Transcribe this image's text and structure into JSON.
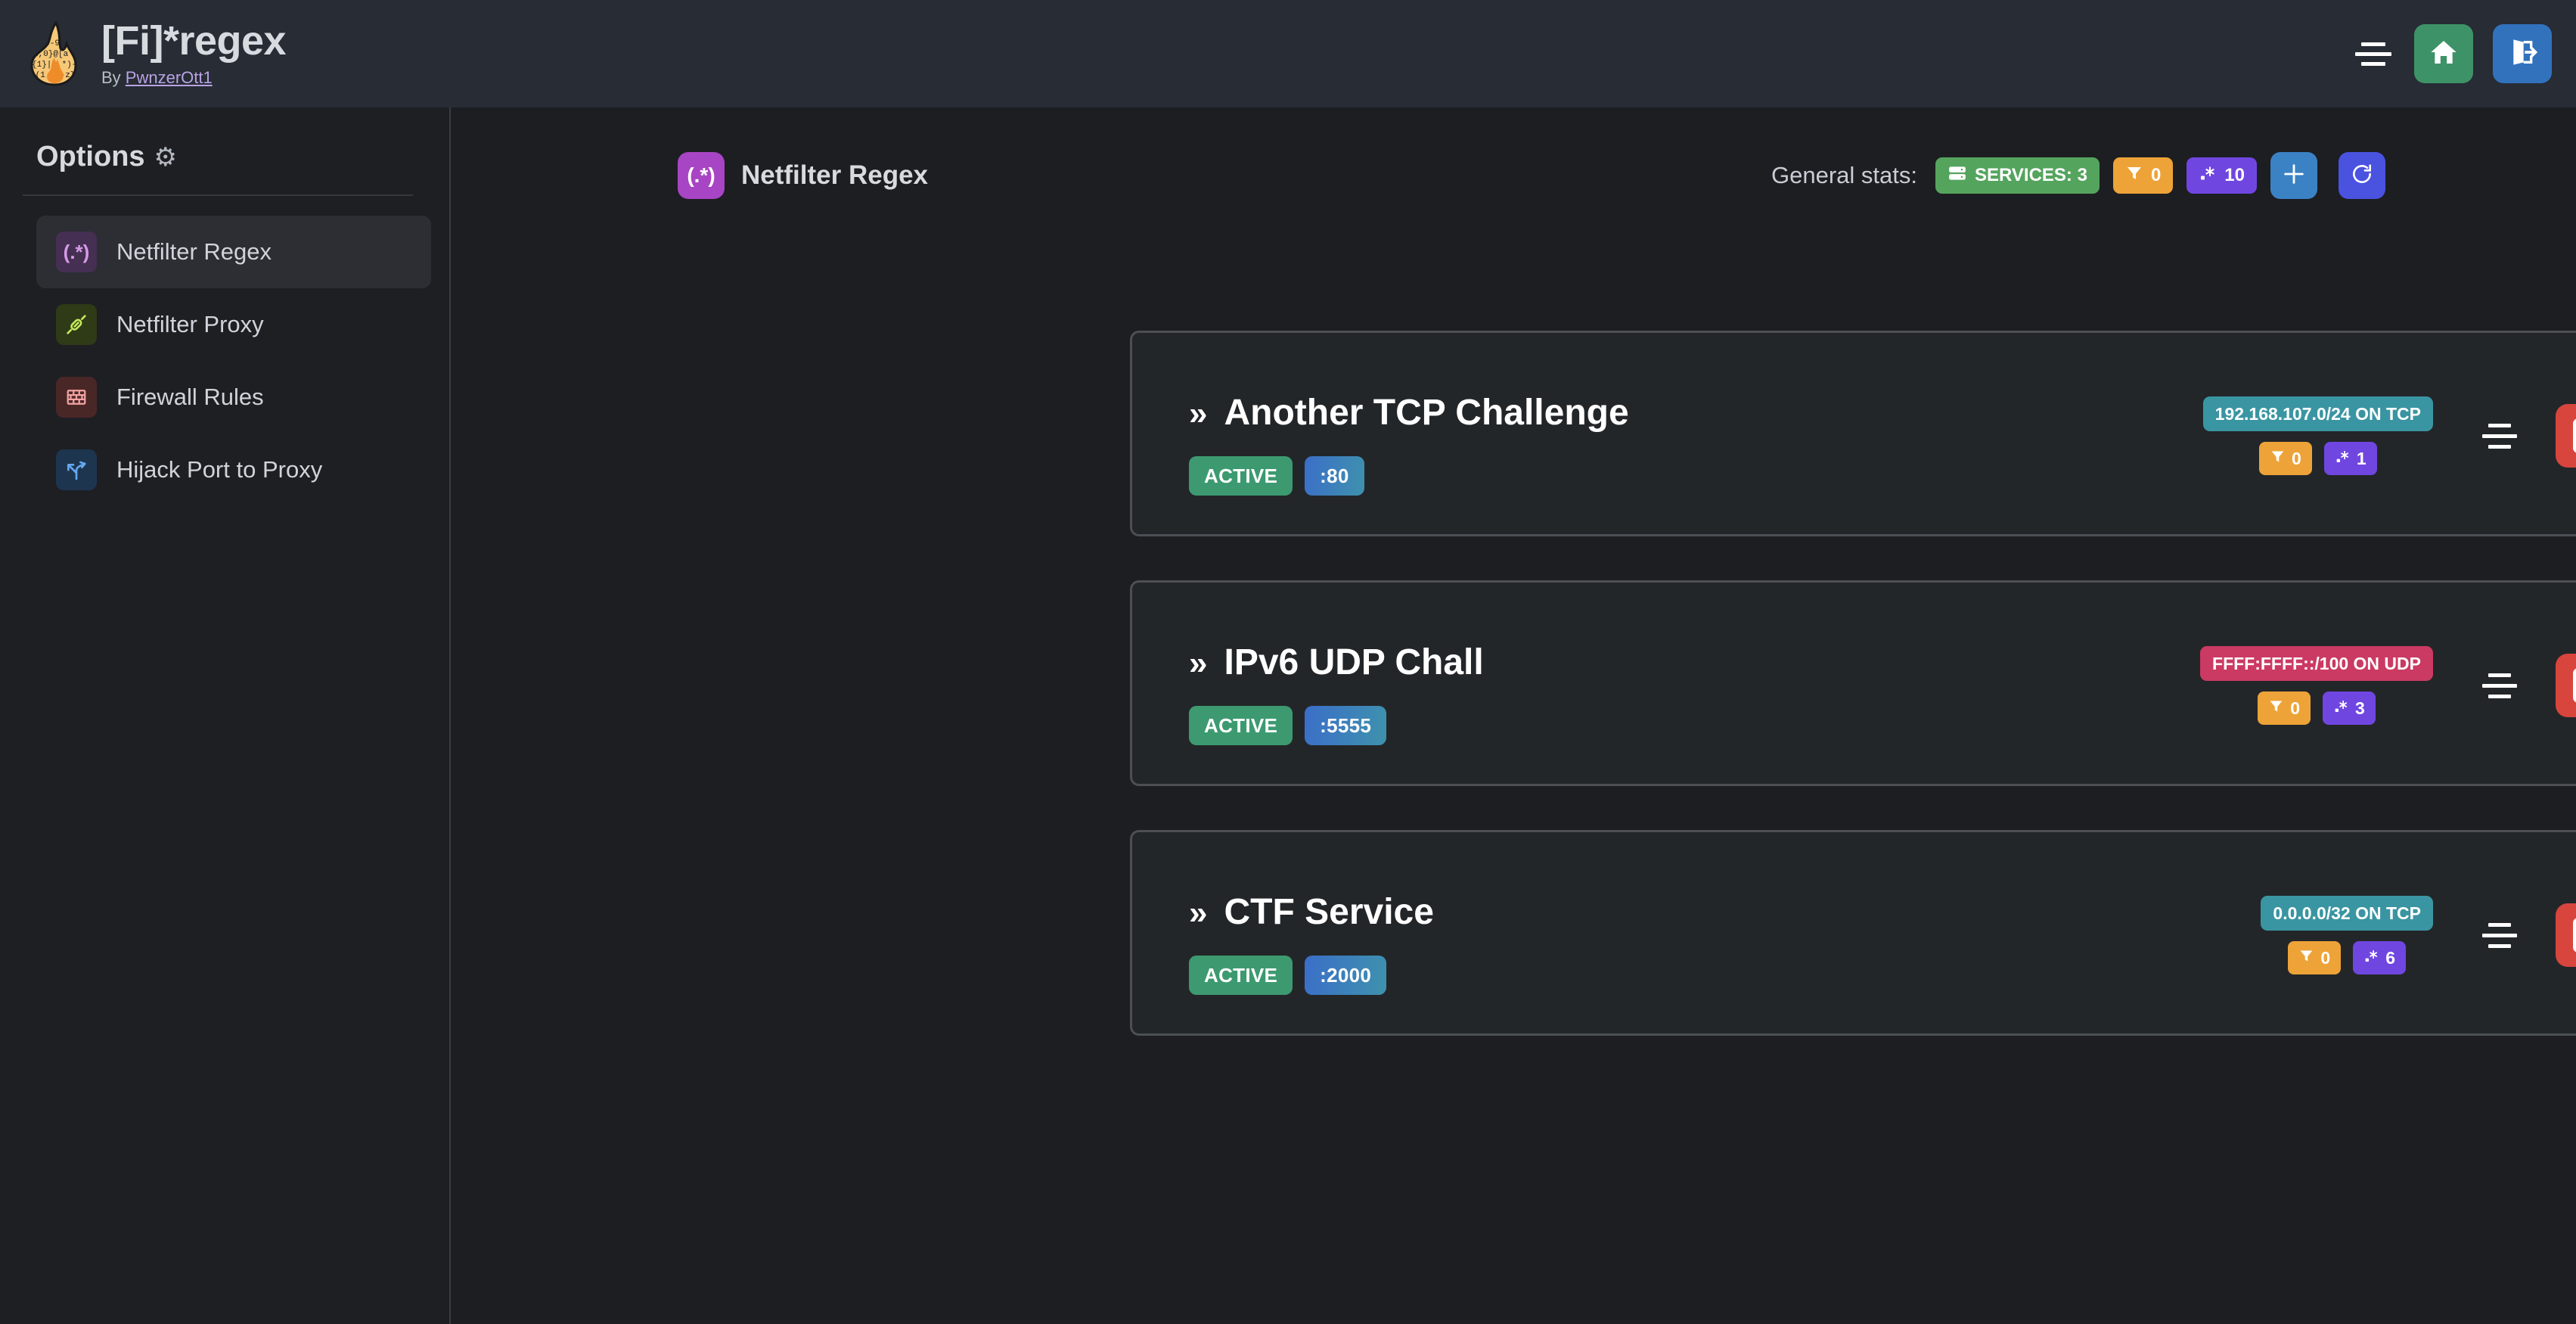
{
  "header": {
    "logo_icon": "flame-regex-logo",
    "title": "[Fi]*regex",
    "by_prefix": "By ",
    "author": "PwnzerOtt1",
    "menu_icon": "hamburger-icon",
    "home_icon": "home-icon",
    "logout_icon": "logout-icon"
  },
  "sidebar": {
    "title": "Options",
    "gear_icon": "gear-icon",
    "items": [
      {
        "label": "Netfilter Regex",
        "icon": "regex-icon",
        "glyph": "(.*)",
        "active": true
      },
      {
        "label": "Netfilter Proxy",
        "icon": "plug-icon",
        "glyph": "⚭",
        "active": false
      },
      {
        "label": "Firewall Rules",
        "icon": "brick-icon",
        "glyph": "⌸",
        "active": false
      },
      {
        "label": "Hijack Port to Proxy",
        "icon": "fork-road-icon",
        "glyph": "⮠",
        "active": false
      }
    ]
  },
  "main": {
    "page_icon": "regex-icon",
    "page_icon_glyph": "(.*)",
    "page_title": "Netfilter Regex",
    "stats_label": "General stats:",
    "stats": [
      {
        "name": "services",
        "icon": "server-icon",
        "label": "SERVICES: 3",
        "color": "#55a45e"
      },
      {
        "name": "filters",
        "icon": "filter-icon",
        "label": "0",
        "color": "#eda338"
      },
      {
        "name": "regexes",
        "icon": "regex-icon",
        "label": "10",
        "color": "#7046e0"
      }
    ],
    "add_button": {
      "icon": "plus-icon",
      "color": "#3b82c4"
    },
    "refresh_button": {
      "icon": "refresh-icon",
      "color": "#4a52e0"
    }
  },
  "services": [
    {
      "chevron": "»",
      "name": "Another TCP Challenge",
      "status": "ACTIVE",
      "port": ":80",
      "network": "192.168.107.0/24 ON TCP",
      "proto": "tcp",
      "filters_icon": "filter-icon",
      "filters": "0",
      "regex_icon": "regex-icon",
      "regexes": "1",
      "drag_icon": "drag-handle-icon",
      "stop_icon": "stop-icon",
      "play_icon": "play-icon",
      "open_icon": "chevron-right-icon"
    },
    {
      "chevron": "»",
      "name": "IPv6 UDP Chall",
      "status": "ACTIVE",
      "port": ":5555",
      "network": "FFFF:FFFF::/100 ON UDP",
      "proto": "udp",
      "filters_icon": "filter-icon",
      "filters": "0",
      "regex_icon": "regex-icon",
      "regexes": "3",
      "drag_icon": "drag-handle-icon",
      "stop_icon": "stop-icon",
      "play_icon": "play-icon",
      "open_icon": "chevron-right-icon"
    },
    {
      "chevron": "»",
      "name": "CTF Service",
      "status": "ACTIVE",
      "port": ":2000",
      "network": "0.0.0.0/32 ON TCP",
      "proto": "tcp",
      "filters_icon": "filter-icon",
      "filters": "0",
      "regex_icon": "regex-icon",
      "regexes": "6",
      "drag_icon": "drag-handle-icon",
      "stop_icon": "stop-icon",
      "play_icon": "play-icon",
      "open_icon": "chevron-right-icon"
    }
  ],
  "colors": {
    "page_bg": "#1c1e22",
    "topbar_bg": "#272c35",
    "card_bg": "#232629",
    "card_border": "#4c4f54",
    "accent_purple": "#a845c4",
    "status_green": "#3d9a70",
    "stop_red": "#d8453d",
    "tcp_teal": "#3a95a2",
    "udp_pink": "#cb3a63"
  }
}
